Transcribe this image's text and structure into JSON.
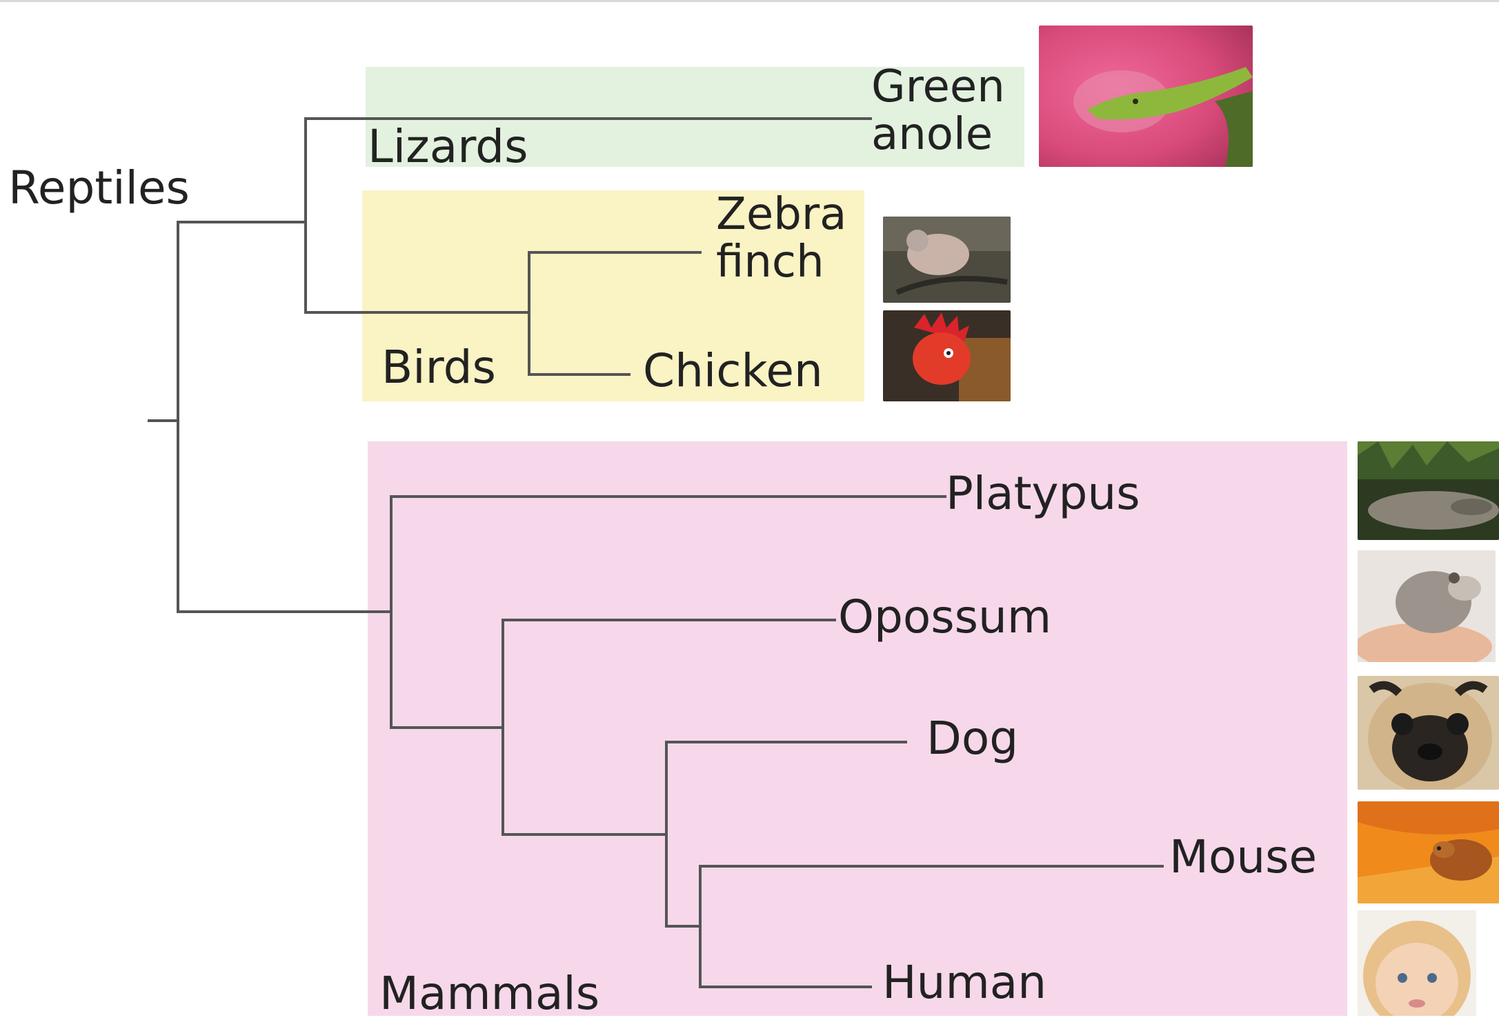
{
  "groups": {
    "reptiles": "Reptiles",
    "lizards": "Lizards",
    "birds": "Birds",
    "mammals": "Mammals"
  },
  "species": {
    "green_anole": [
      "Green",
      "anole"
    ],
    "zebra_finch": [
      "Zebra",
      "finch"
    ],
    "chicken": "Chicken",
    "platypus": "Platypus",
    "opossum": "Opossum",
    "dog": "Dog",
    "mouse": "Mouse",
    "human": "Human"
  },
  "photos": [
    "green-anole-photo",
    "zebra-finch-photo",
    "chicken-photo",
    "platypus-photo",
    "opossum-photo",
    "dog-photo",
    "mouse-photo",
    "human-photo"
  ],
  "colors": {
    "lizards_region": "#e3f1df",
    "birds_region": "#faf3c4",
    "mammals_region": "#f7d8ea",
    "branch_line": "#555555",
    "text": "#222222"
  }
}
